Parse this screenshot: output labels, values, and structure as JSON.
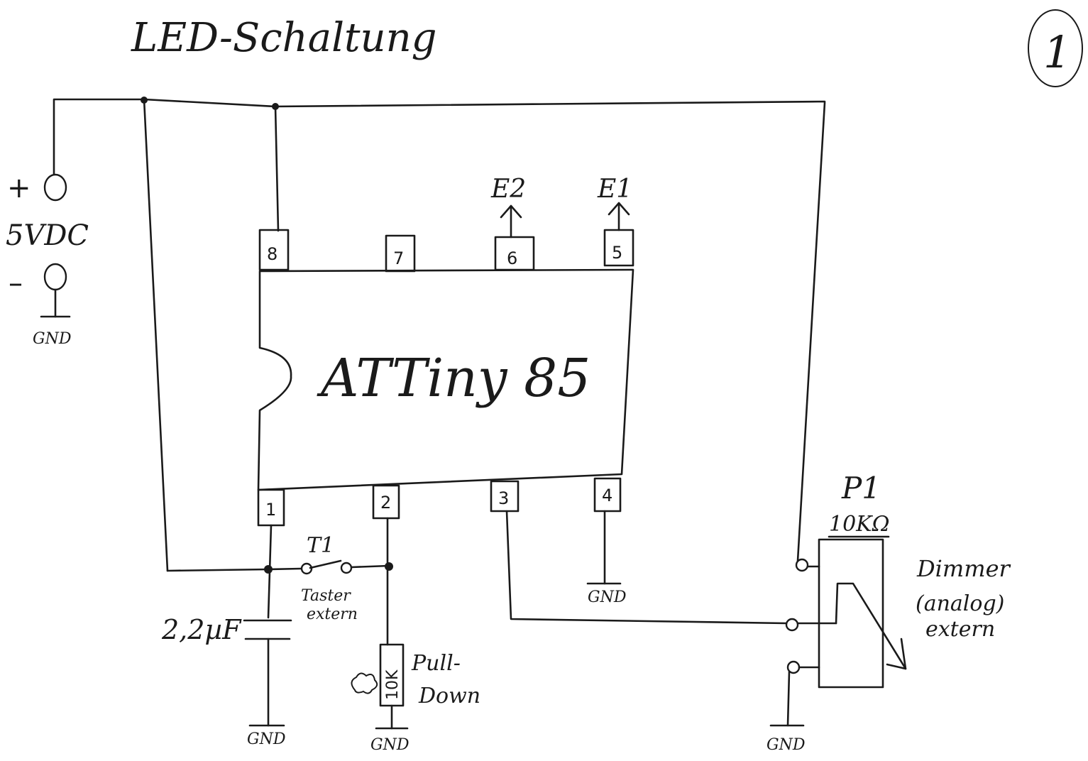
{
  "title": "LED-Schaltung",
  "page_number": "1",
  "power": {
    "plus": "+",
    "voltage": "5VDC",
    "minus": "–",
    "gnd": "GND"
  },
  "chip": {
    "name": "ATTiny 85",
    "pins": [
      "8",
      "7",
      "6",
      "5",
      "1",
      "2",
      "3",
      "4"
    ]
  },
  "outputs": {
    "e2": "E2",
    "e1": "E1"
  },
  "switch": {
    "name": "T1",
    "desc_line1": "Taster",
    "desc_line2": "extern"
  },
  "capacitor": {
    "value": "2,2µF"
  },
  "pulldown": {
    "value": "10K",
    "label_line1": "Pull-",
    "label_line2": "Down"
  },
  "pot": {
    "name": "P1",
    "value": "10KΩ",
    "desc_line1": "Dimmer",
    "desc_line2": "(analog)",
    "desc_line3": "extern"
  },
  "gnd_labels": [
    "GND",
    "GND",
    "GND",
    "GND",
    "GND"
  ]
}
